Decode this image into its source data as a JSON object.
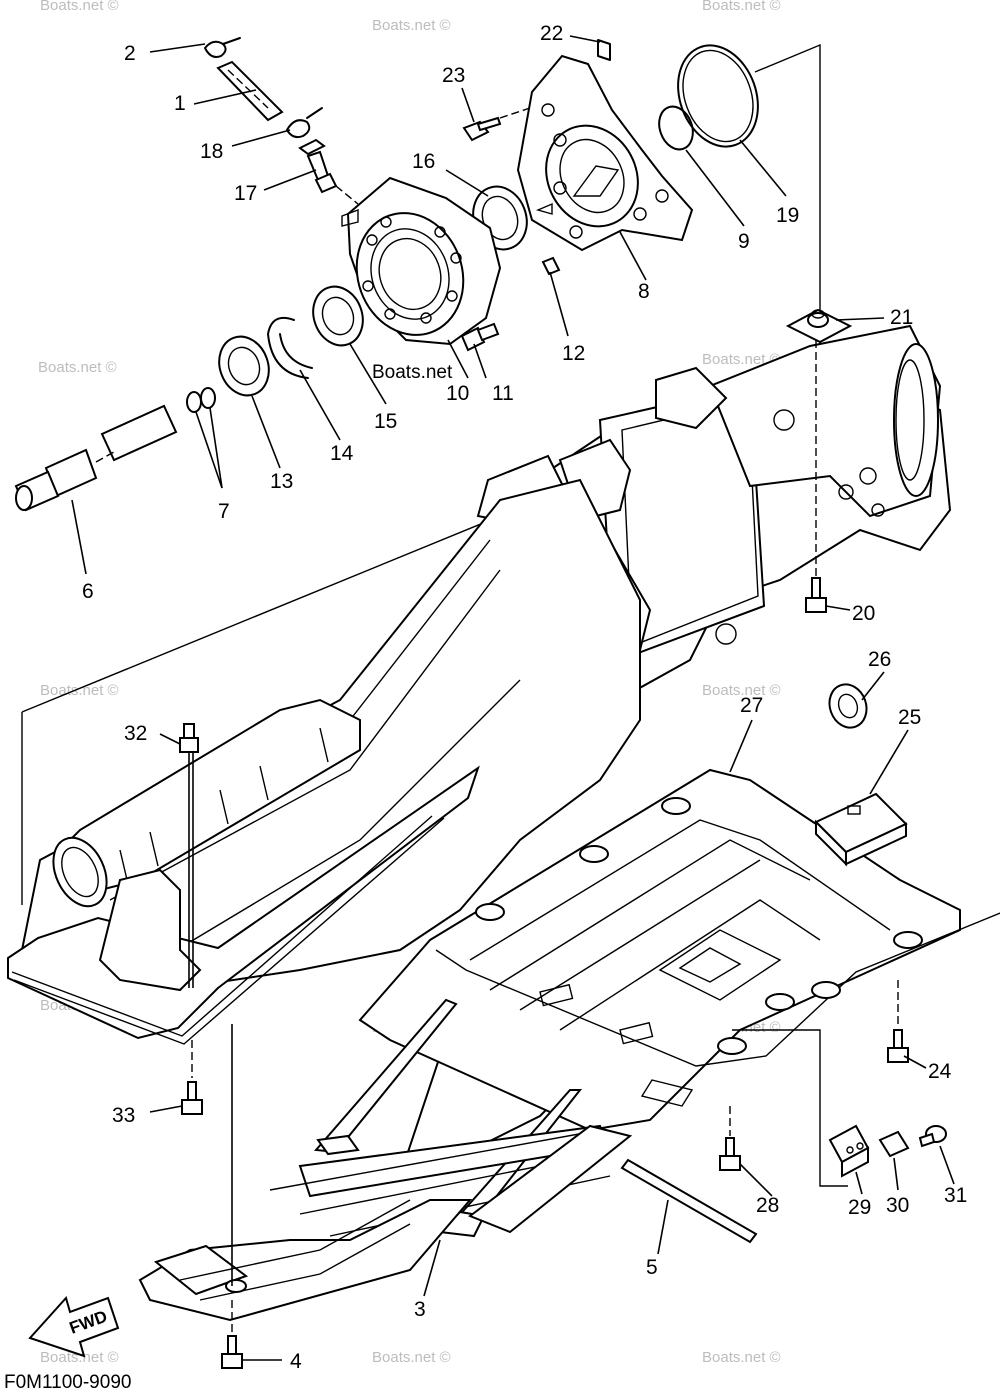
{
  "diagram": {
    "code": "F0M1100-9090",
    "fwd_label": "FWD",
    "watermark": "Boats.net ©",
    "watermark_inline": "Boats.net",
    "callouts": [
      "1",
      "2",
      "3",
      "4",
      "5",
      "6",
      "7",
      "8",
      "9",
      "10",
      "11",
      "12",
      "13",
      "14",
      "15",
      "16",
      "17",
      "18",
      "19",
      "20",
      "21",
      "22",
      "23",
      "24",
      "25",
      "26",
      "27",
      "28",
      "29",
      "30",
      "31",
      "32",
      "33"
    ]
  }
}
